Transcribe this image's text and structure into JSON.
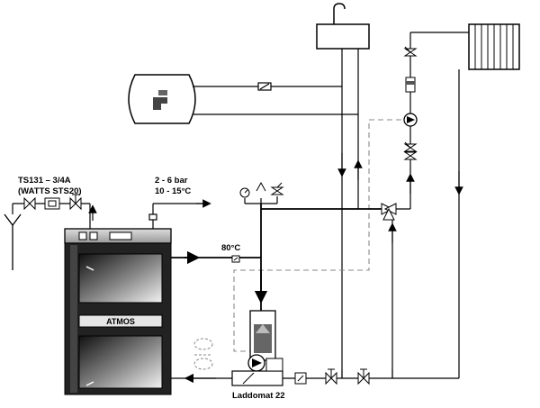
{
  "labels": {
    "valve_model": "TS131 – 3/4A",
    "valve_model_alt": "(WATTS STS20)",
    "pressure": "2 - 6 bar",
    "temperature": "10 - 15°C",
    "supply_temp": "80°C",
    "boiler_brand": "ATMOS",
    "pump_unit": "Laddomat 22"
  },
  "colors": {
    "line": "#000000",
    "dashed": "#888888",
    "boiler_body": "#222222"
  }
}
